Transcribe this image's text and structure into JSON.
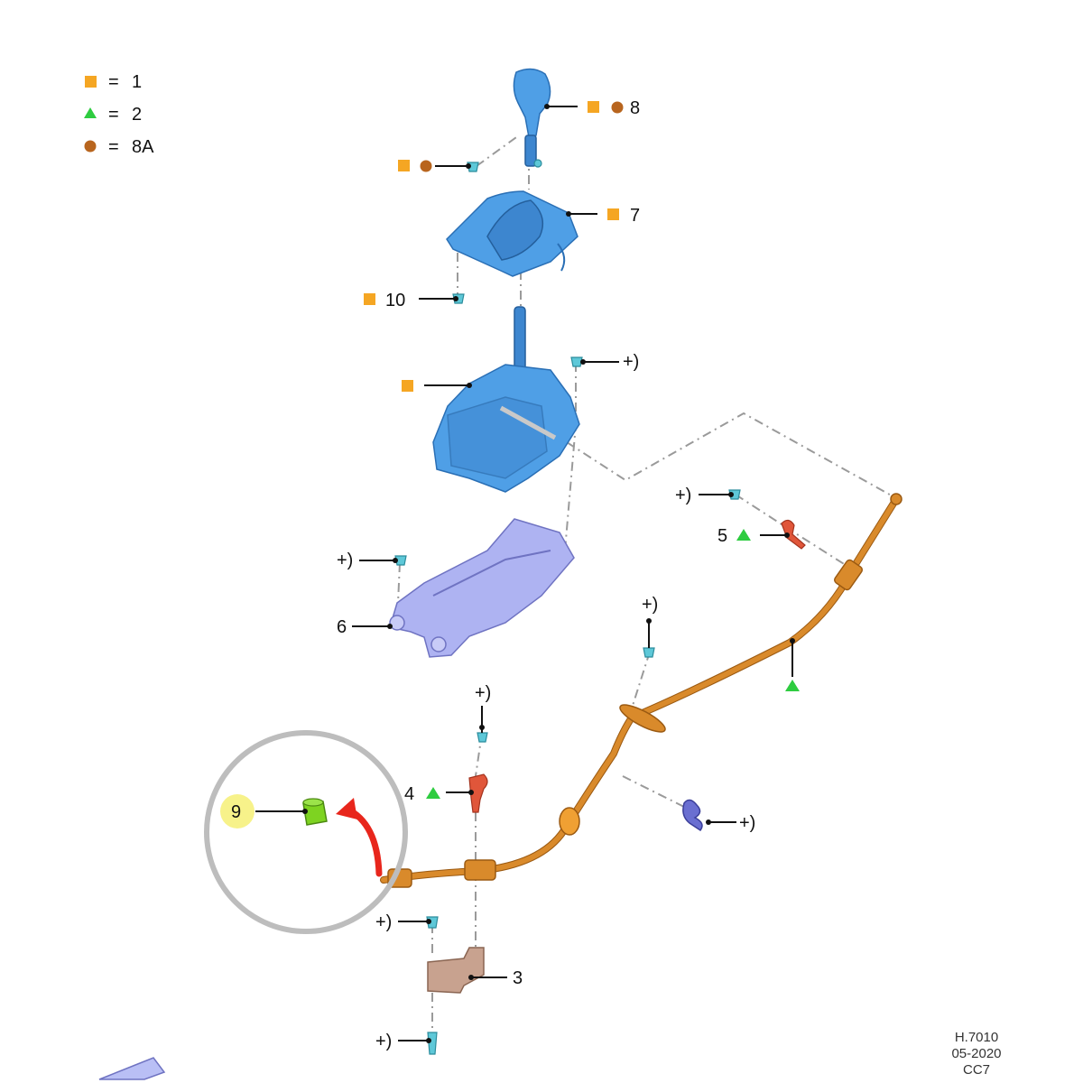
{
  "legend": [
    {
      "symbol": "square",
      "equals": "=",
      "value": "1"
    },
    {
      "symbol": "triangle",
      "equals": "=",
      "value": "2"
    },
    {
      "symbol": "circle",
      "equals": "=",
      "value": "8A"
    }
  ],
  "callouts": {
    "knob": "8",
    "trim": "7",
    "trim_screw": "10",
    "shifter": "",
    "bracket_base": "6",
    "clip_upper": "5",
    "clip_lower": "4",
    "bracket_lower": "3",
    "bushing": "9"
  },
  "plus_marks": {
    "shifter_screw": "+)",
    "base_screw": "+)",
    "clip5_screw": "+)",
    "cable_mid_screw": "+)",
    "clip4_screw": "+)",
    "harness_clip": "+)",
    "bracket_screw_upper": "+)",
    "bracket_screw_lower": "+)"
  },
  "footer": {
    "line1": "H.7010",
    "line2": "05-2020",
    "line3": "CC7"
  },
  "colors": {
    "square": "#f5a623",
    "triangle": "#2ecc40",
    "circle": "#b8651e",
    "highlight": "#f7f28a",
    "ring": "#bdbdbd",
    "arrow": "#e8261c"
  }
}
